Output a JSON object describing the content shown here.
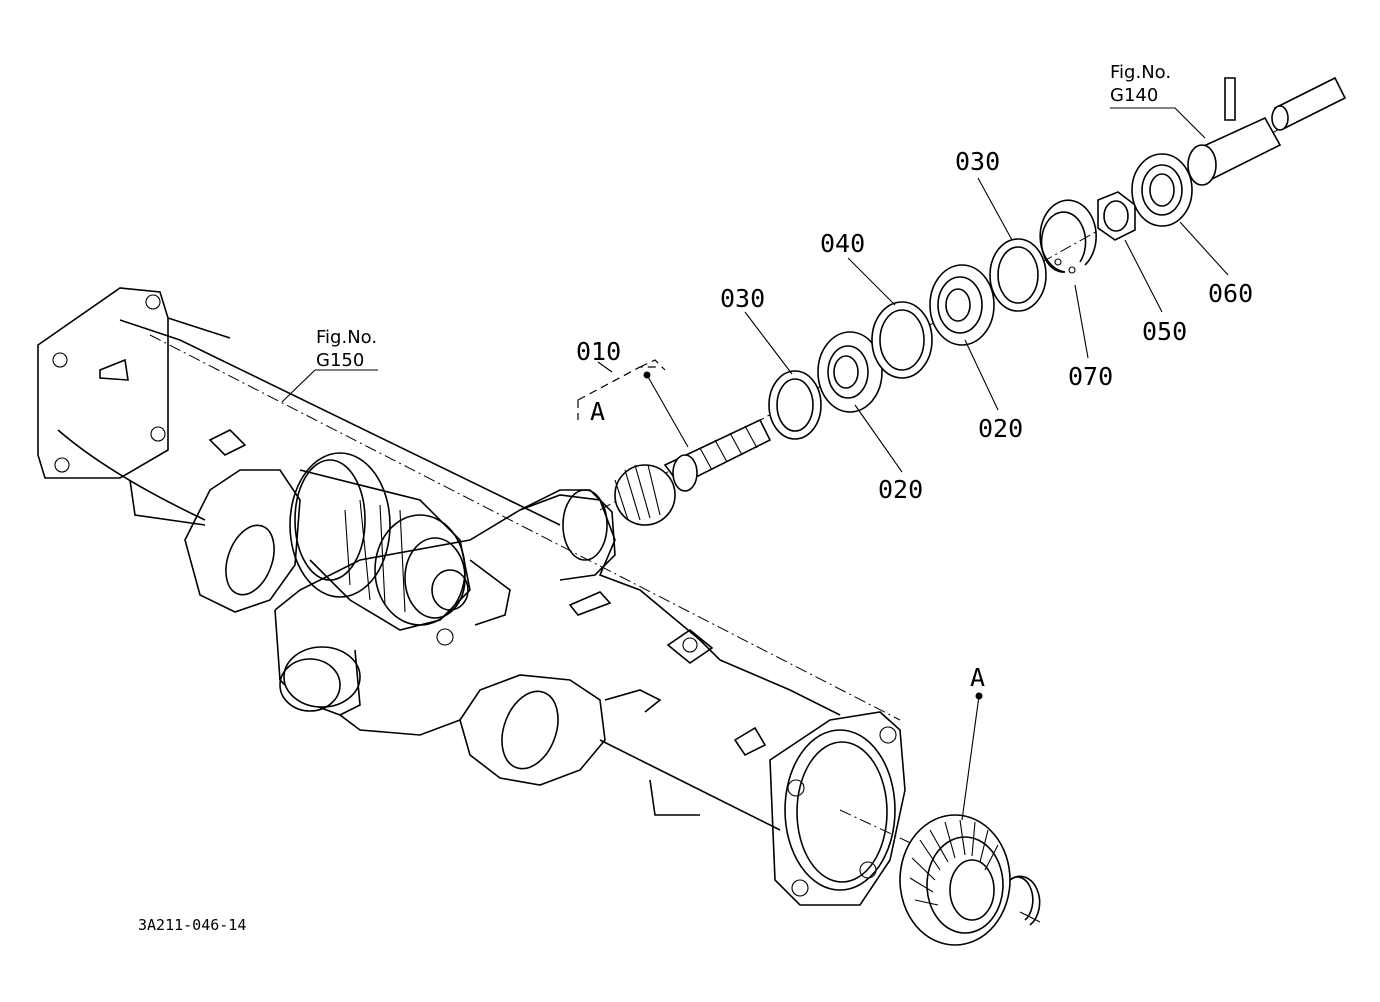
{
  "diagram": {
    "document_id": "3A211-046-14",
    "fig_refs": [
      {
        "line1": "Fig.No.",
        "line2": "G150"
      },
      {
        "line1": "Fig.No.",
        "line2": "G140"
      }
    ],
    "part_labels": {
      "p010": "010",
      "p020a": "020",
      "p020b": "020",
      "p030a": "030",
      "p030b": "030",
      "p040": "040",
      "p050": "050",
      "p060": "060",
      "p070": "070"
    },
    "view_marks": {
      "a_top": "A",
      "a_bottom": "A"
    }
  }
}
